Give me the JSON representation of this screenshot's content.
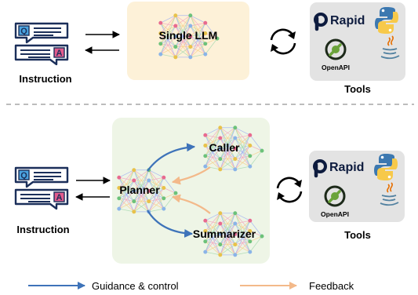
{
  "top": {
    "instruction_label": "Instruction",
    "model_label": "Single LLM",
    "tools_label": "Tools"
  },
  "bottom": {
    "instruction_label": "Instruction",
    "planner_label": "Planner",
    "caller_label": "Caller",
    "summarizer_label": "Summarizer",
    "tools_label": "Tools"
  },
  "tools": {
    "rapid_label": "Rapid",
    "openapi_label": "OpenAPI",
    "logos": [
      "rapidapi-logo",
      "python-logo",
      "openapi-logo",
      "java-logo"
    ]
  },
  "chat_icon": {
    "question_letter": "Q",
    "answer_letter": "A"
  },
  "legend": {
    "guidance_label": "Guidance & control",
    "feedback_label": "Feedback"
  },
  "colors": {
    "single_llm_bg": "#fdf1d8",
    "multi_agent_bg": "#eef5e6",
    "tools_bg": "#e3e3e3",
    "guidance_arrow": "#3e73b9",
    "feedback_arrow": "#f3b98a",
    "question_box": "#4aa3df",
    "answer_box": "#e25b8c"
  }
}
